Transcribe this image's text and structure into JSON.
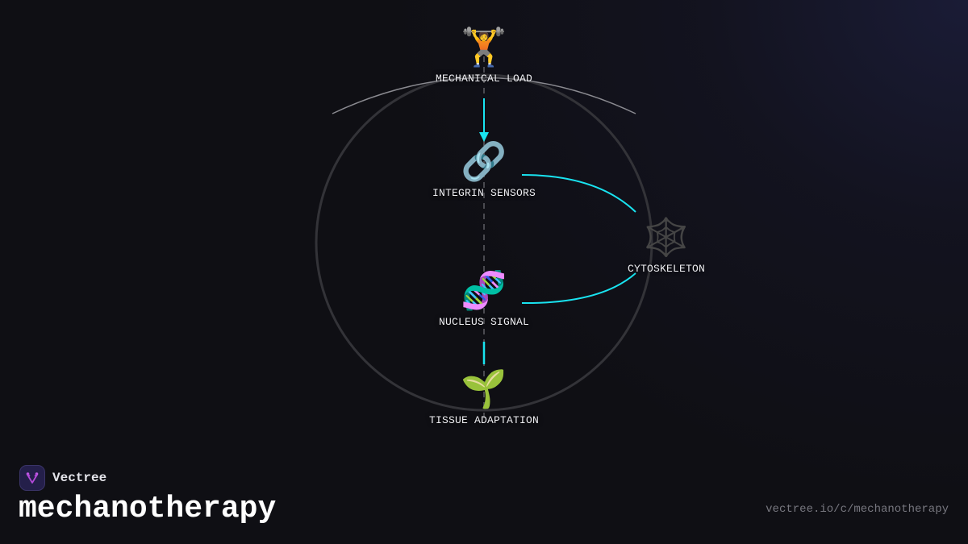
{
  "diagram": {
    "title": "mechanotherapy",
    "nodes": [
      {
        "id": "mechanical-load",
        "label": "MECHANICAL LOAD",
        "icon": "weight-lifter-icon",
        "glyph": "🏋️"
      },
      {
        "id": "integrin-sensors",
        "label": "INTEGRIN SENSORS",
        "icon": "chain-link-icon",
        "glyph": "🔗"
      },
      {
        "id": "cytoskeleton",
        "label": "CYTOSKELETON",
        "icon": "spider-web-icon",
        "glyph": "🕸️"
      },
      {
        "id": "nucleus-signal",
        "label": "NUCLEUS SIGNAL",
        "icon": "dna-icon",
        "glyph": "🧬"
      },
      {
        "id": "tissue-adaptation",
        "label": "TISSUE ADAPTATION",
        "icon": "seedling-icon",
        "glyph": "🌱"
      }
    ],
    "edges": [
      {
        "from": "mechanical-load",
        "to": "integrin-sensors",
        "style": "arrow"
      },
      {
        "from": "integrin-sensors",
        "to": "cytoskeleton",
        "style": "curve"
      },
      {
        "from": "cytoskeleton",
        "to": "nucleus-signal",
        "style": "curve"
      },
      {
        "from": "nucleus-signal",
        "to": "tissue-adaptation",
        "style": "line"
      }
    ],
    "colors": {
      "background": "#0f0f14",
      "accent": "#19e3f0",
      "ring": "#333338",
      "arc": "#8a8a90",
      "dashed_axis": "#4a4a50",
      "label": "#eeeef2"
    }
  },
  "brand": {
    "name": "Vectree",
    "logo_color": "#241f4a",
    "logo_accent": "#b34ad8"
  },
  "footer": {
    "title": "mechanotherapy",
    "url": "vectree.io/c/mechanotherapy"
  }
}
